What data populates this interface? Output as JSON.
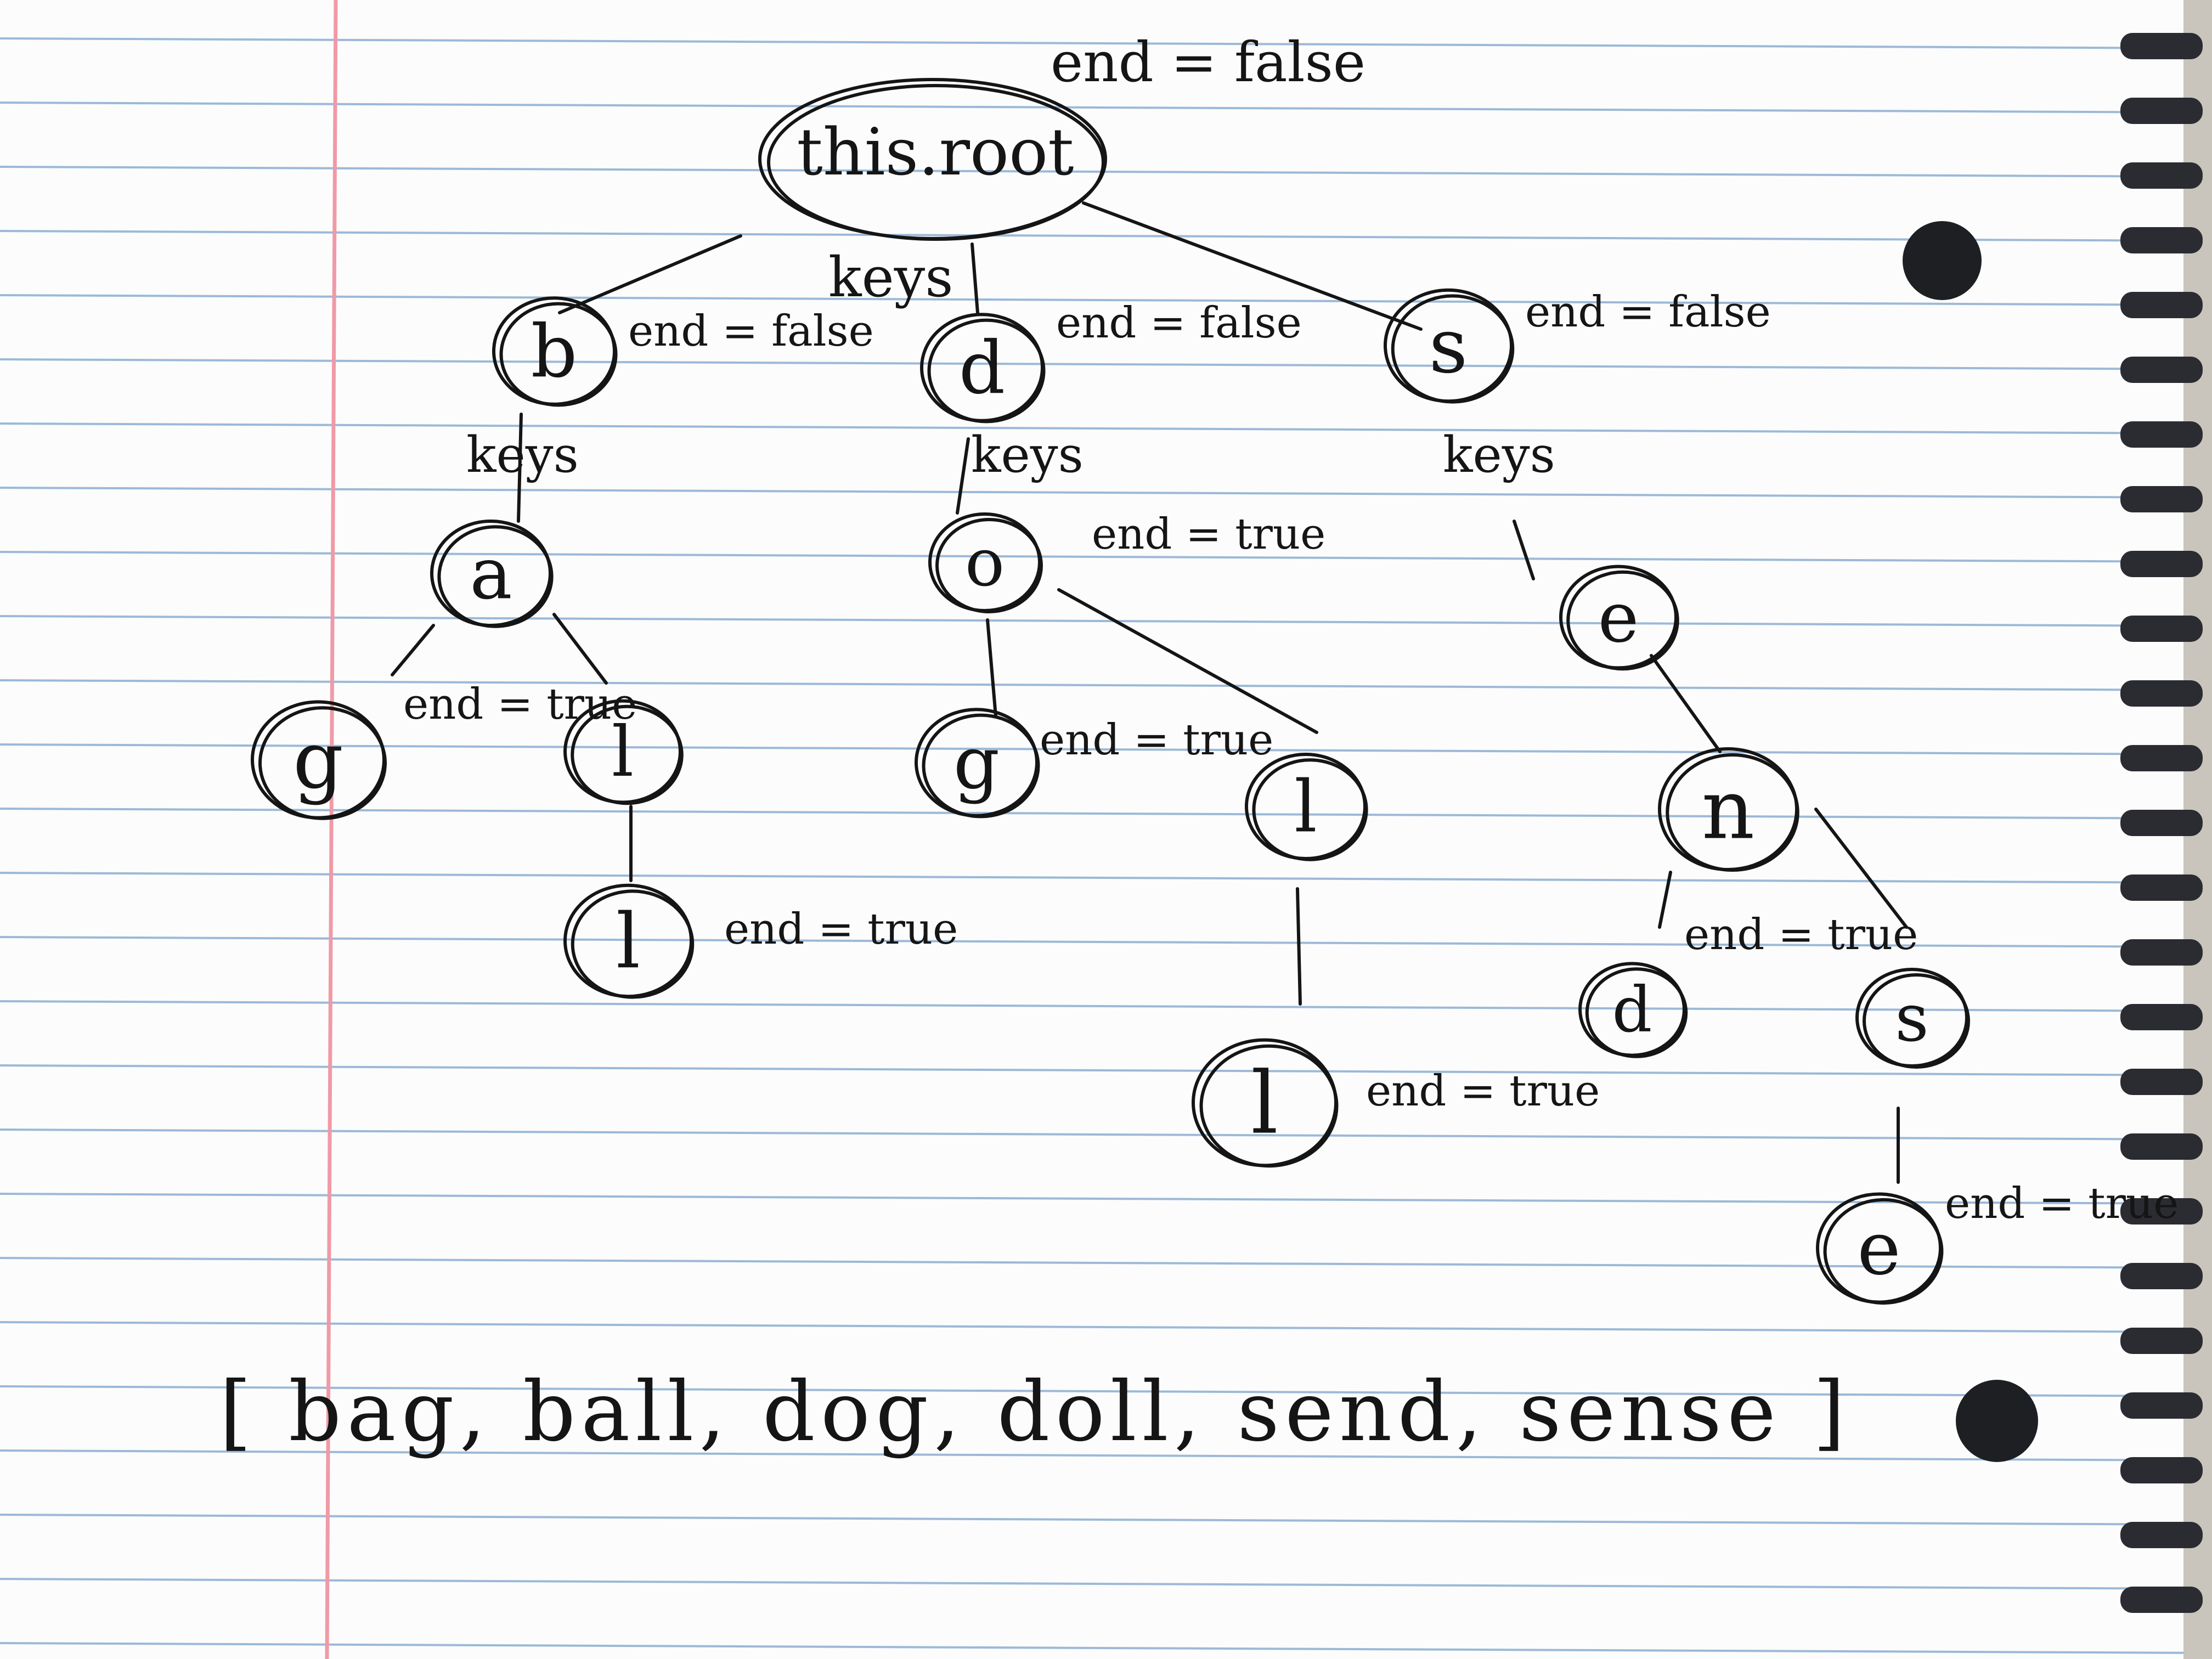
{
  "theme": {
    "paper": "#fcfcfd",
    "rule_line": "#9cbad8",
    "margin_line": "#ef9aa6",
    "ink": "#151515",
    "spiral": "#2a2c31"
  },
  "diagram": {
    "root": {
      "label": "this.root",
      "flag": "end = false"
    },
    "edge_labels": {
      "root_keys": "keys",
      "b_keys": "keys",
      "d_keys": "keys",
      "s_keys": "keys"
    },
    "nodes": {
      "b": {
        "letter": "b",
        "flag": "end = false"
      },
      "d": {
        "letter": "d",
        "flag": "end = false"
      },
      "s": {
        "letter": "s",
        "flag": "end = false"
      },
      "ba": {
        "letter": "a"
      },
      "bag": {
        "letter": "g",
        "flag": "end = true"
      },
      "bal": {
        "letter": "l"
      },
      "ball": {
        "letter": "l",
        "flag": "end = true"
      },
      "do": {
        "letter": "o",
        "flag": "end = true"
      },
      "dog": {
        "letter": "g",
        "flag": "end = true"
      },
      "dol": {
        "letter": "l"
      },
      "doll": {
        "letter": "l",
        "flag": "end = true"
      },
      "se": {
        "letter": "e"
      },
      "sen": {
        "letter": "n"
      },
      "send": {
        "letter": "d",
        "flag": "end = true"
      },
      "sens": {
        "letter": "s"
      },
      "sense": {
        "letter": "e",
        "flag": "end = true"
      }
    },
    "word_list": "[ bag, ball, dog, doll, send, sense ]"
  }
}
